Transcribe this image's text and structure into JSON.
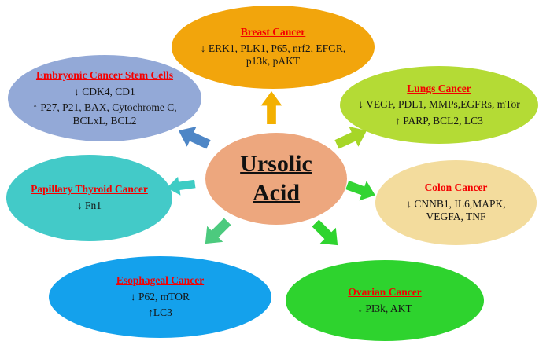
{
  "colors": {
    "background": "#FFFFFF",
    "heading_text": "#F40000",
    "body_text": "#161616",
    "center_text": "#111111"
  },
  "center": {
    "line1": "Ursolic",
    "line2": "Acid",
    "color": "#EDA77E"
  },
  "nodes": [
    {
      "id": "breast-cancer",
      "title": "Breast Cancer",
      "lines": [
        "↓ ERK1, PLK1, P65, nrf2, EFGR,",
        "p13k, pAKT"
      ],
      "color": "#F2A50C"
    },
    {
      "id": "embryonic-cancer-stem-cells",
      "title": "Embryonic  Cancer Stem Cells",
      "lines": [
        "↓ CDK4, CD1",
        "↑ P27, P21, BAX,  Cytochrome  C,",
        "BCLxL,  BCL2"
      ],
      "color": "#93A9D7"
    },
    {
      "id": "lungs-cancer",
      "title": "Lungs Cancer",
      "lines": [
        "↓ VEGF, PDL1, MMPs,EGFRs,  mTor",
        "↑ PARP, BCL2, LC3"
      ],
      "color": "#B4DB35"
    },
    {
      "id": "papillary-thyroid-cancer",
      "title": "Papillary Thyroid  Cancer",
      "lines": [
        "↓ Fn1"
      ],
      "color": "#43CAC8"
    },
    {
      "id": "colon-cancer",
      "title": "Colon Cancer",
      "lines": [
        "↓ CNNB1, IL6,MAPK,",
        "VEGFA, TNF"
      ],
      "color": "#F3DC9D"
    },
    {
      "id": "esophageal-cancer",
      "title": "Esophageal Cancer",
      "lines": [
        "↓ P62, mTOR",
        "↑LC3"
      ],
      "color": "#14A1EC"
    },
    {
      "id": "ovarian-cancer",
      "title": "Ovarian Cancer",
      "lines": [
        "↓ PI3k, AKT"
      ],
      "color": "#2ED32E"
    }
  ],
  "arrows": [
    {
      "to": "breast-cancer",
      "color": "#F3B000"
    },
    {
      "to": "embryonic-cancer-stem-cells",
      "color": "#4E86C6"
    },
    {
      "to": "lungs-cancer",
      "color": "#A6D627"
    },
    {
      "to": "papillary-thyroid-cancer",
      "color": "#3ECCC4"
    },
    {
      "to": "colon-cancer",
      "color": "#33D433"
    },
    {
      "to": "esophageal-cancer",
      "color": "#4CCA7E"
    },
    {
      "to": "ovarian-cancer",
      "color": "#2FD42F"
    }
  ]
}
